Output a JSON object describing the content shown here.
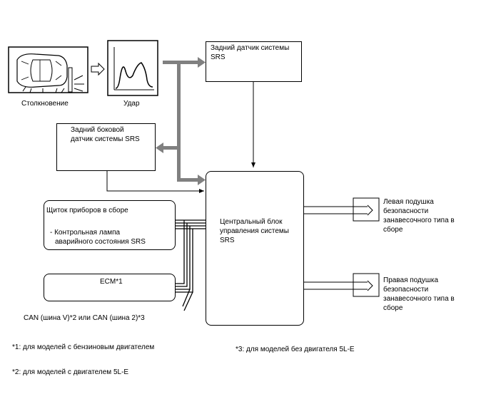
{
  "collision": {
    "caption": "Столкновение"
  },
  "impact": {
    "caption": "Удар"
  },
  "rear_sensor": {
    "line1": "Задний датчик системы",
    "line2": "SRS"
  },
  "rear_side_sensor": {
    "line1": "Задний боковой",
    "line2": "датчик системы SRS"
  },
  "instrument_cluster": {
    "title": "Щиток приборов в сборе",
    "item_line1": "- Контрольная лампа",
    "item_line2": "аварийного состояния SRS"
  },
  "ecm": {
    "label": "ECM*1"
  },
  "center_unit": {
    "line1": "Центральный блок",
    "line2": "управления системы",
    "line3": "SRS"
  },
  "left_airbag": {
    "line1": "Левая подушка",
    "line2": "безопасности",
    "line3": "занавесочного типа в",
    "line4": "сборе"
  },
  "right_airbag": {
    "line1": "Правая подушка",
    "line2": "безопасности",
    "line3": "занавесочного типа в",
    "line4": "сборе"
  },
  "can_bus": {
    "label": "CAN (шина V)*2 или CAN (шина 2)*3"
  },
  "notes": {
    "note1": "*1: для моделей с бензиновым двигателем",
    "note2": "*2: для моделей с двигателем 5L-E",
    "note3": "*3: для моделей без двигателя 5L-E"
  }
}
